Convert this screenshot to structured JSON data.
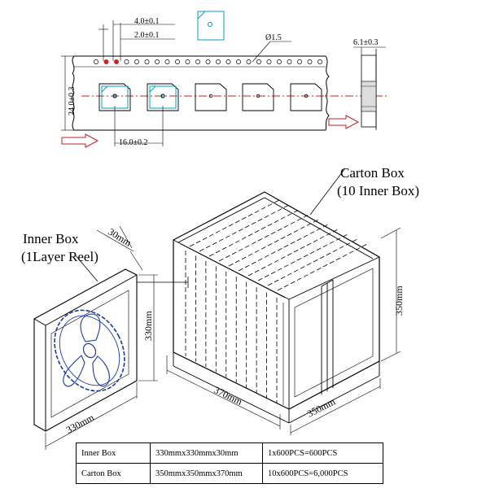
{
  "tape": {
    "pitch_small": "4.0±0.1",
    "pitch_pocket_offset": "2.0±0.1",
    "hole_diameter": "Ø1.5",
    "tape_width": "24.0±0.3",
    "pocket_pitch": "16.0±0.2",
    "thickness": "6.1±0.3"
  },
  "carton": {
    "label_line1": "Carton Box",
    "label_line2": "(10 Inner Box)",
    "height": "350mm",
    "length": "370mm",
    "width": "350mm"
  },
  "inner": {
    "label_line1": "Inner Box",
    "label_line2": "(1Layer Reel)",
    "depth": "30mm",
    "height": "330mm",
    "width": "330mm"
  },
  "spec_table": {
    "rows": [
      {
        "name": "Inner Box",
        "size": "330mmx330mmx30mm",
        "qty": "1x600PCS=600PCS"
      },
      {
        "name": "Carton Box",
        "size": "350mmx350mmx370mm",
        "qty": "10x600PCS=6,000PCS"
      }
    ]
  },
  "colors": {
    "accent": "#00a0c0",
    "reel": "#1a3aa0",
    "arrow": "#c02020",
    "hole": "#cc2222"
  }
}
